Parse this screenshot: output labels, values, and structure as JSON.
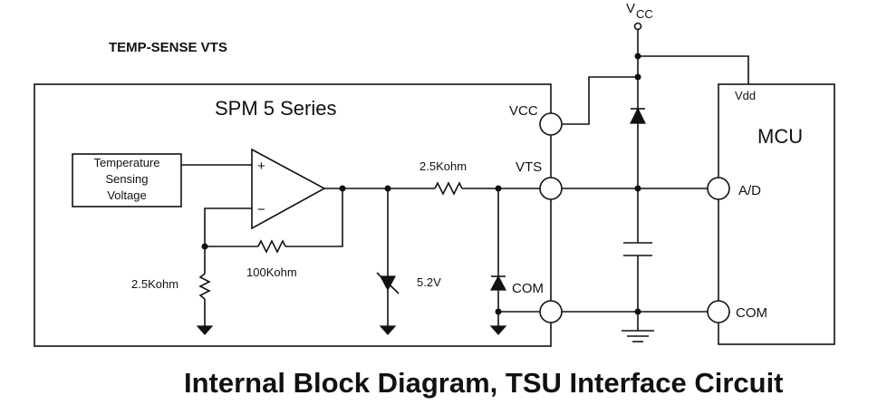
{
  "heading": "TEMP-SENSE VTS",
  "module": {
    "title": "SPM 5 Series"
  },
  "mcu": {
    "title": "MCU",
    "pin_vdd": "Vdd",
    "pin_ad": "A/D",
    "pin_com": "COM"
  },
  "supply": {
    "v": "V",
    "sub": "CC"
  },
  "pins": {
    "vcc": "VCC",
    "vts": "VTS",
    "com": "COM"
  },
  "sensor": {
    "line1": "Temperature",
    "line2": "Sensing",
    "line3": "Voltage"
  },
  "opamp": {
    "plus": "+",
    "minus": "−"
  },
  "components": {
    "r_series": "2.5Kohm",
    "r_feedback": "100Kohm",
    "r_ground": "2.5Kohm",
    "zener": "5.2V"
  },
  "caption": "Internal Block Diagram, TSU Interface Circuit"
}
